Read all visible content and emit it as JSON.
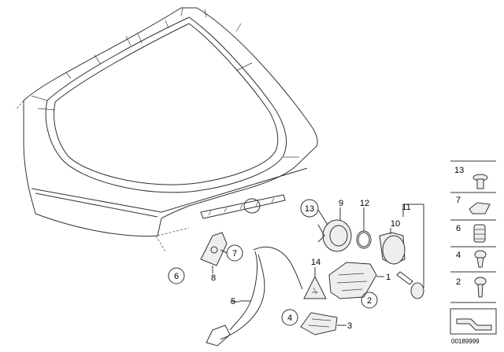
{
  "callouts": {
    "c1": "1",
    "c2": "2",
    "c3": "3",
    "c4": "4",
    "c5": "5",
    "c6": "6",
    "c7": "7",
    "c8": "8",
    "c9": "9",
    "c10": "10",
    "c11": "11",
    "c12": "12",
    "c13": "13",
    "c14": "14"
  },
  "sidebar": {
    "items": [
      "13",
      "7",
      "6",
      "4",
      "2"
    ]
  },
  "doc_number": "00189999"
}
